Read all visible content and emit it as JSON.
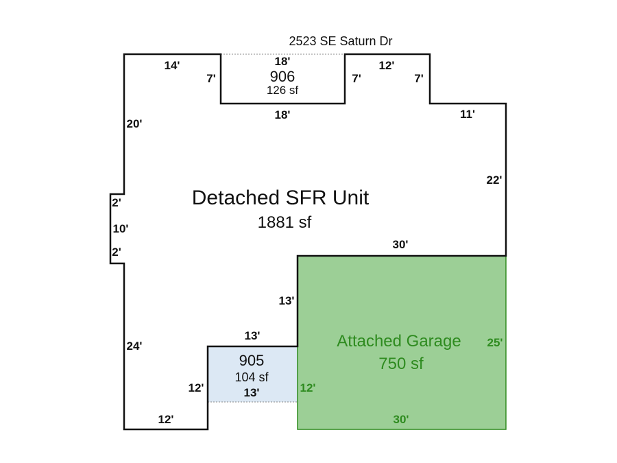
{
  "address": "2523 SE Saturn Dr",
  "main": {
    "name": "Detached SFR Unit",
    "area": "1881 sf"
  },
  "porch906": {
    "name": "906",
    "area": "126 sf"
  },
  "porch905": {
    "name": "905",
    "area": "104 sf"
  },
  "garage": {
    "name": "Attached Garage",
    "area": "750 sf"
  },
  "dims": {
    "top_left": "14'",
    "porch906_top": "18'",
    "porch906_left": "7'",
    "porch906_right": "7'",
    "porch906_bottom": "18'",
    "top_right": "12'",
    "right_step": "7'",
    "right_upper": "11'",
    "left_upper": "20'",
    "right_side": "22'",
    "bump_top": "2'",
    "bump_side": "10'",
    "bump_bottom": "2'",
    "garage_top": "30'",
    "garage_left": "13'",
    "left_lower": "24'",
    "porch905_top": "13'",
    "porch905_bottom": "13'",
    "porch905_left": "12'",
    "bottom_left": "12'",
    "garage_right": "25'",
    "garage_inner": "12'",
    "garage_bottom": "30'"
  },
  "colors": {
    "outline": "#111111",
    "garage_fill": "#9ccf96",
    "garage_stroke": "#2e8b1f",
    "porch905_fill": "#dce8f4"
  }
}
